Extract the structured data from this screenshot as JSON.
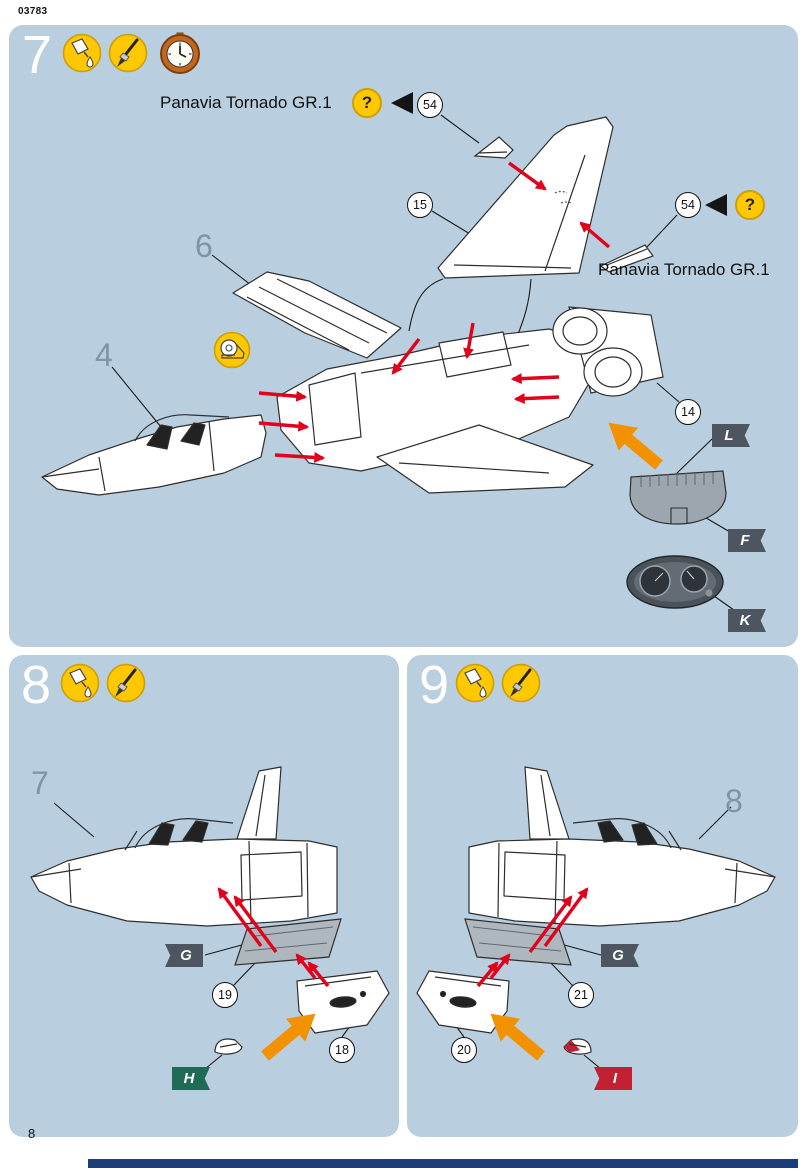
{
  "page": {
    "kit_number": "03783",
    "page_number": "8"
  },
  "colors": {
    "panel_bg": "#b9cede",
    "arrow_red": "#e2001a",
    "arrow_orange": "#f39200",
    "flag_dark": "#4d5660",
    "flag_green": "#1f6b55",
    "flag_red": "#c22033",
    "icon_yellow": "#ffc801",
    "footer_bar": "#1b3d7c"
  },
  "step7": {
    "number": "7",
    "decal_top": {
      "label": "Panavia Tornado GR.1",
      "question": "?",
      "part": "54"
    },
    "decal_right": {
      "part": "54",
      "question": "?",
      "label": "Panavia Tornado GR.1"
    },
    "callout_fin": "15",
    "callout_exhaust": "14",
    "ref_wing": "6",
    "ref_cockpit": "4",
    "flag_l": "L",
    "flag_f": "F",
    "flag_k": "K"
  },
  "step8": {
    "number": "8",
    "ref_assembly": "7",
    "callout_plate": "19",
    "callout_door": "18",
    "flag_g": "G",
    "flag_h": "H"
  },
  "step9": {
    "number": "9",
    "ref_assembly": "8",
    "callout_plate": "21",
    "callout_door": "20",
    "flag_g": "G",
    "flag_i": "I"
  }
}
